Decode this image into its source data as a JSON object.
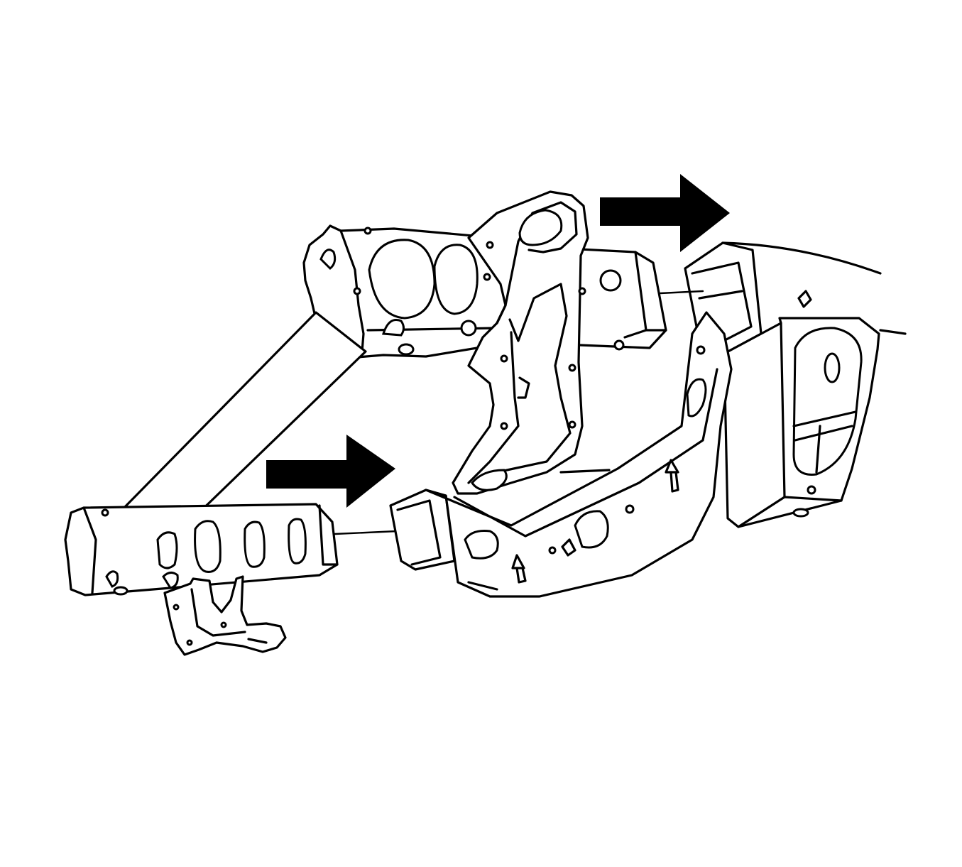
{
  "figure": {
    "kind": "exploded-assembly-line-drawing",
    "labels": [],
    "colors": {
      "stroke": "#000000",
      "fill": "#ffffff",
      "arrow": "#000000"
    },
    "parts": [
      {
        "name": "rear-frame-rail-section"
      },
      {
        "name": "upper-crossmember-bracket"
      },
      {
        "name": "lower-crossmember"
      },
      {
        "name": "diagonal-brace-tube"
      },
      {
        "name": "suspension-hanger-bracket"
      },
      {
        "name": "lower-hanger-bracket"
      }
    ],
    "arrows": [
      {
        "name": "upper-install-arrow",
        "direction": "right"
      },
      {
        "name": "lower-install-arrow",
        "direction": "right"
      }
    ]
  }
}
